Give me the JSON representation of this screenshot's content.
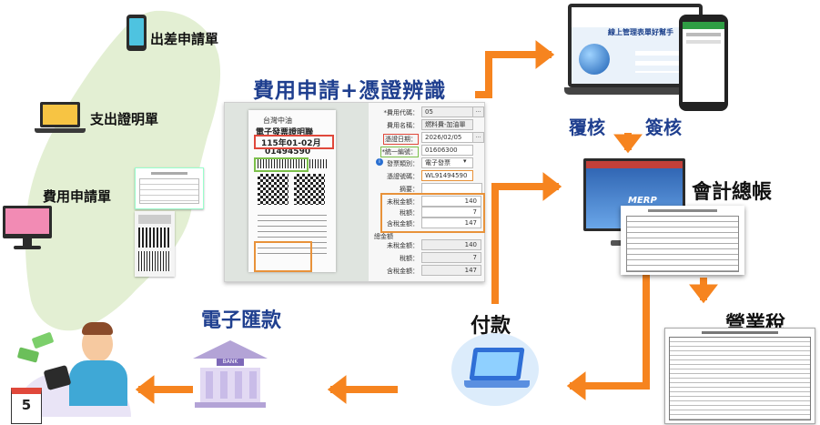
{
  "labels": {
    "trip_form": "出差申請單",
    "expense_proof": "支出證明單",
    "expense_form": "費用申請單",
    "ocr_title": "費用申請+憑證辨識",
    "review": "覆核",
    "sign": "簽核",
    "gl": "會計總帳",
    "vat": "營業稅",
    "payment": "付款",
    "wire": "電子匯款",
    "bank": "BANK",
    "calendar_day": "5"
  },
  "form": {
    "code_label": "*費用代碼：",
    "code_value": "05",
    "name_label": "費用名稱：",
    "name_value": "燃料費-加油單",
    "date_label": "憑證日期：",
    "date_value": "2026/02/05",
    "taxid_label": "*統一編號：",
    "taxid_value": "01606300",
    "type_label": "發票類別：",
    "type_value": "電子發票",
    "no_label": "憑證號碼：",
    "no_value": "WL91494590",
    "memo_label": "摘要：",
    "memo_value": "",
    "untaxed_label": "未稅金額：",
    "untaxed_value": "140",
    "tax_label": "稅額：",
    "tax_value": "7",
    "total_label": "含稅金額：",
    "total_value": "147",
    "sum_title": "總金額",
    "sum_untaxed_label": "未稅金額：",
    "sum_untaxed_value": "140",
    "sum_tax_label": "稅額：",
    "sum_tax_value": "7",
    "sum_total_label": "含稅金額：",
    "sum_total_value": "147",
    "dots": "..."
  },
  "receipt": {
    "store": "台灣中油",
    "title": "電子發票證明聯",
    "period": "115年01-02月",
    "number": "01494590"
  },
  "app": {
    "title": "線上管理表單好幫手",
    "erp_name": "MERP"
  },
  "colors": {
    "arrow": "#f6841f",
    "map": "#e3efd3",
    "title_blue": "#1f3f8f",
    "box_red": "#e0483b",
    "box_green": "#7cc04b",
    "box_orange": "#e8923a"
  }
}
